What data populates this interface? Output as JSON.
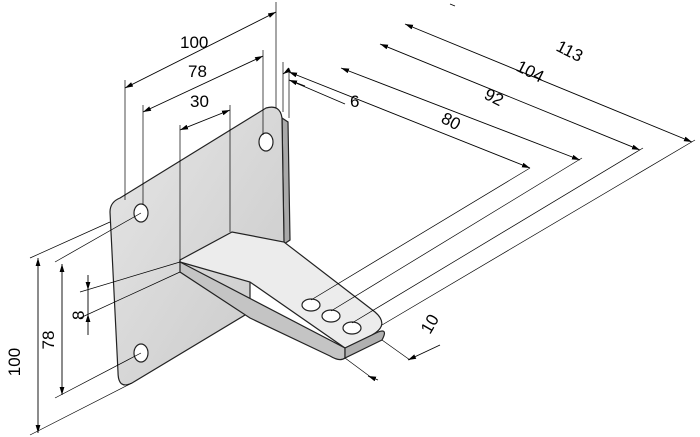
{
  "drawing": {
    "title": "Wall bracket dimensions",
    "colors": {
      "part": "#d9d9d9",
      "shade": "#b5b5b5",
      "line": "#000000"
    },
    "dimensions": {
      "plate_width": "100",
      "hole_spacing_h": "78",
      "arm_width": "30",
      "plate_thickness": "6",
      "arm_80": "80",
      "arm_92": "92",
      "arm_104": "104",
      "arm_113": "113",
      "plate_height": "100",
      "hole_spacing_v": "78",
      "arm_thickness": "8",
      "arm_end": "10"
    }
  }
}
